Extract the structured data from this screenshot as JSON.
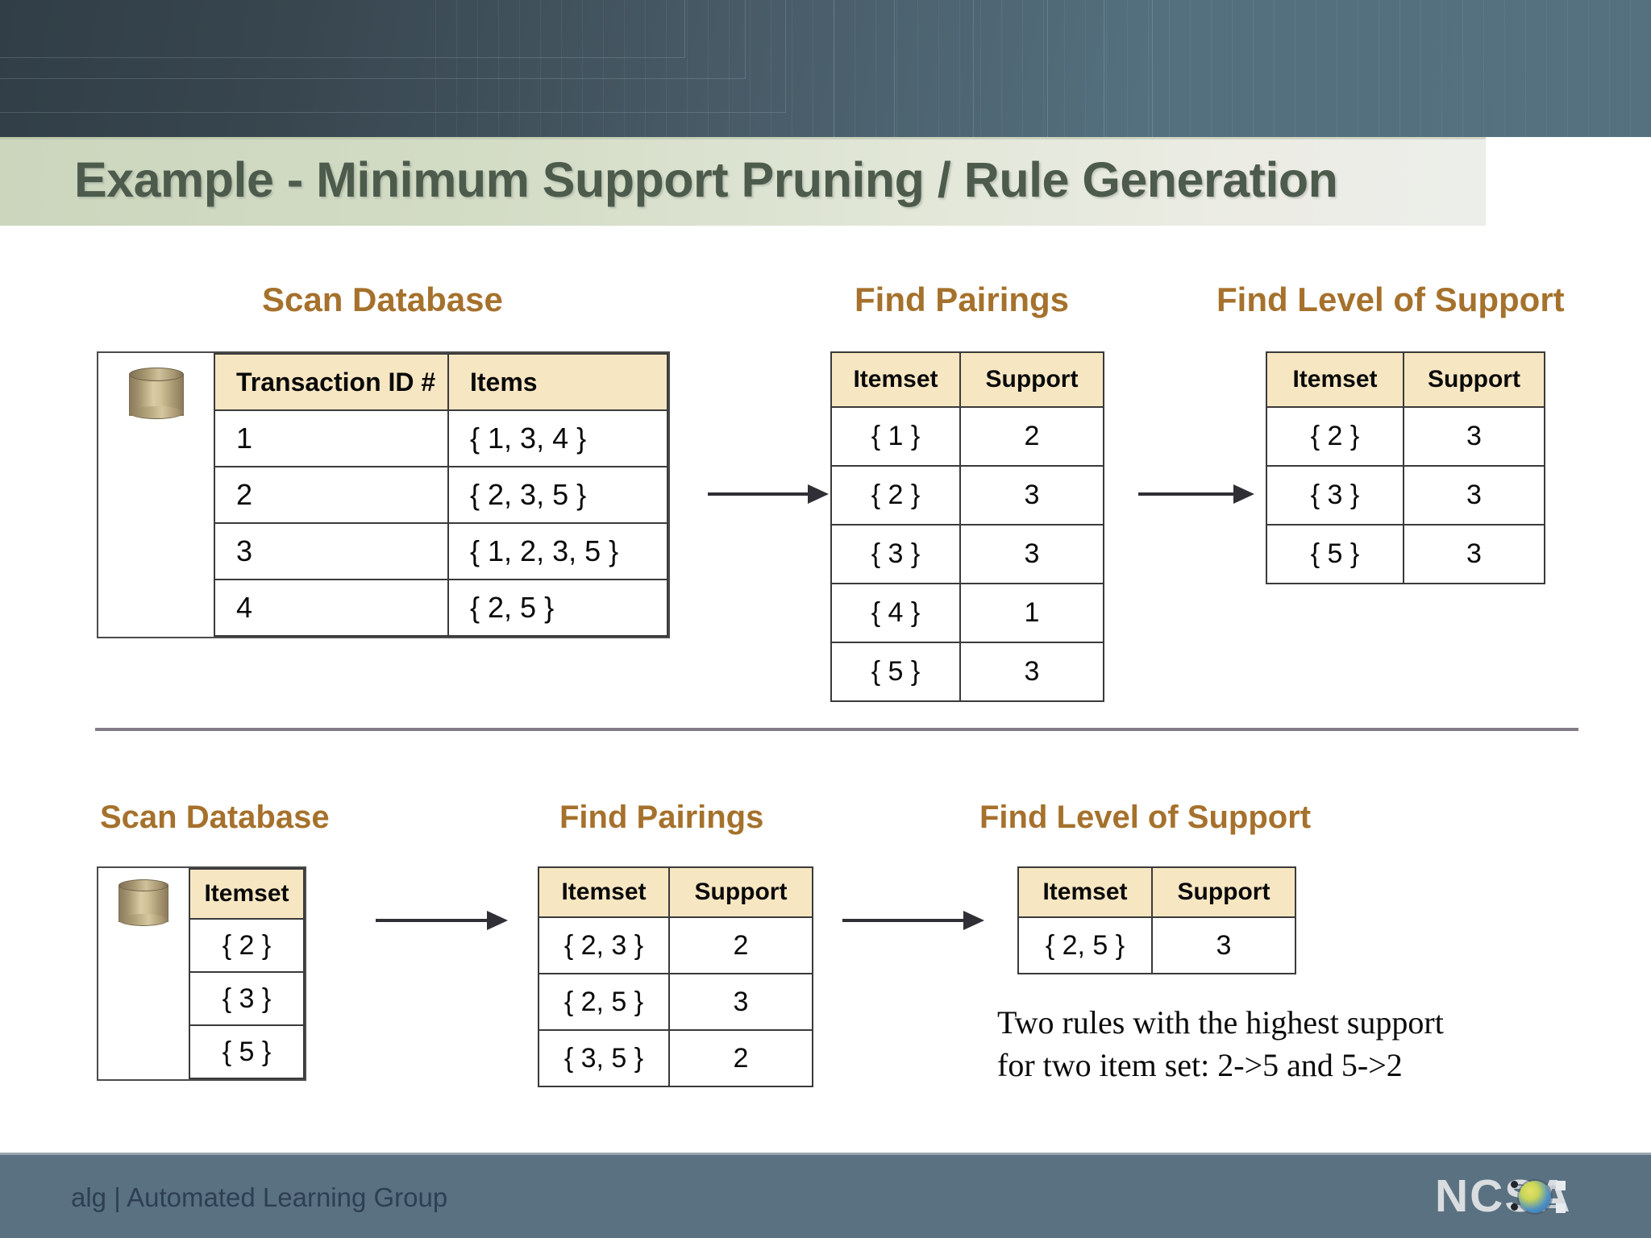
{
  "slide": {
    "title": "Example - Minimum Support Pruning / Rule Generation",
    "title_color": "#4d5b4d",
    "accent_color": "#a5712c",
    "header_fill": "#f7e6c2"
  },
  "row1": {
    "scan": {
      "heading": "Scan Database",
      "db_icon": "database-cylinder-icon",
      "columns": [
        "Transaction ID #",
        "Items"
      ],
      "rows": [
        [
          "1",
          "{ 1, 3, 4 }"
        ],
        [
          "2",
          "{ 2, 3, 5 }"
        ],
        [
          "3",
          "{ 1, 2, 3, 5 }"
        ],
        [
          "4",
          "{ 2, 5 }"
        ]
      ]
    },
    "pairings": {
      "heading": "Find Pairings",
      "columns": [
        "Itemset",
        "Support"
      ],
      "rows": [
        [
          "{ 1 }",
          "2"
        ],
        [
          "{ 2 }",
          "3"
        ],
        [
          "{ 3 }",
          "3"
        ],
        [
          "{ 4 }",
          "1"
        ],
        [
          "{ 5 }",
          "3"
        ]
      ]
    },
    "support": {
      "heading": "Find Level of Support",
      "columns": [
        "Itemset",
        "Support"
      ],
      "rows": [
        [
          "{ 2 }",
          "3"
        ],
        [
          "{ 3 }",
          "3"
        ],
        [
          "{ 5 }",
          "3"
        ]
      ]
    }
  },
  "row2": {
    "scan": {
      "heading": "Scan Database",
      "db_icon": "database-cylinder-icon",
      "columns": [
        "Itemset"
      ],
      "rows": [
        [
          "{ 2 }"
        ],
        [
          "{ 3 }"
        ],
        [
          "{ 5 }"
        ]
      ]
    },
    "pairings": {
      "heading": "Find Pairings",
      "columns": [
        "Itemset",
        "Support"
      ],
      "rows": [
        [
          "{ 2, 3 }",
          "2"
        ],
        [
          "{ 2, 5 }",
          "3"
        ],
        [
          "{ 3, 5 }",
          "2"
        ]
      ]
    },
    "support": {
      "heading": "Find Level of Support",
      "columns": [
        "Itemset",
        "Support"
      ],
      "rows": [
        [
          "{ 2, 5 }",
          "3"
        ]
      ],
      "explanation_line1": "Two rules with the highest support",
      "explanation_line2": "for two item set: 2->5 and 5->2"
    }
  },
  "footer": {
    "text": "alg | Automated Learning Group",
    "logo_text": "NCSA",
    "logo_icon": "ncsa-globe-logo"
  }
}
